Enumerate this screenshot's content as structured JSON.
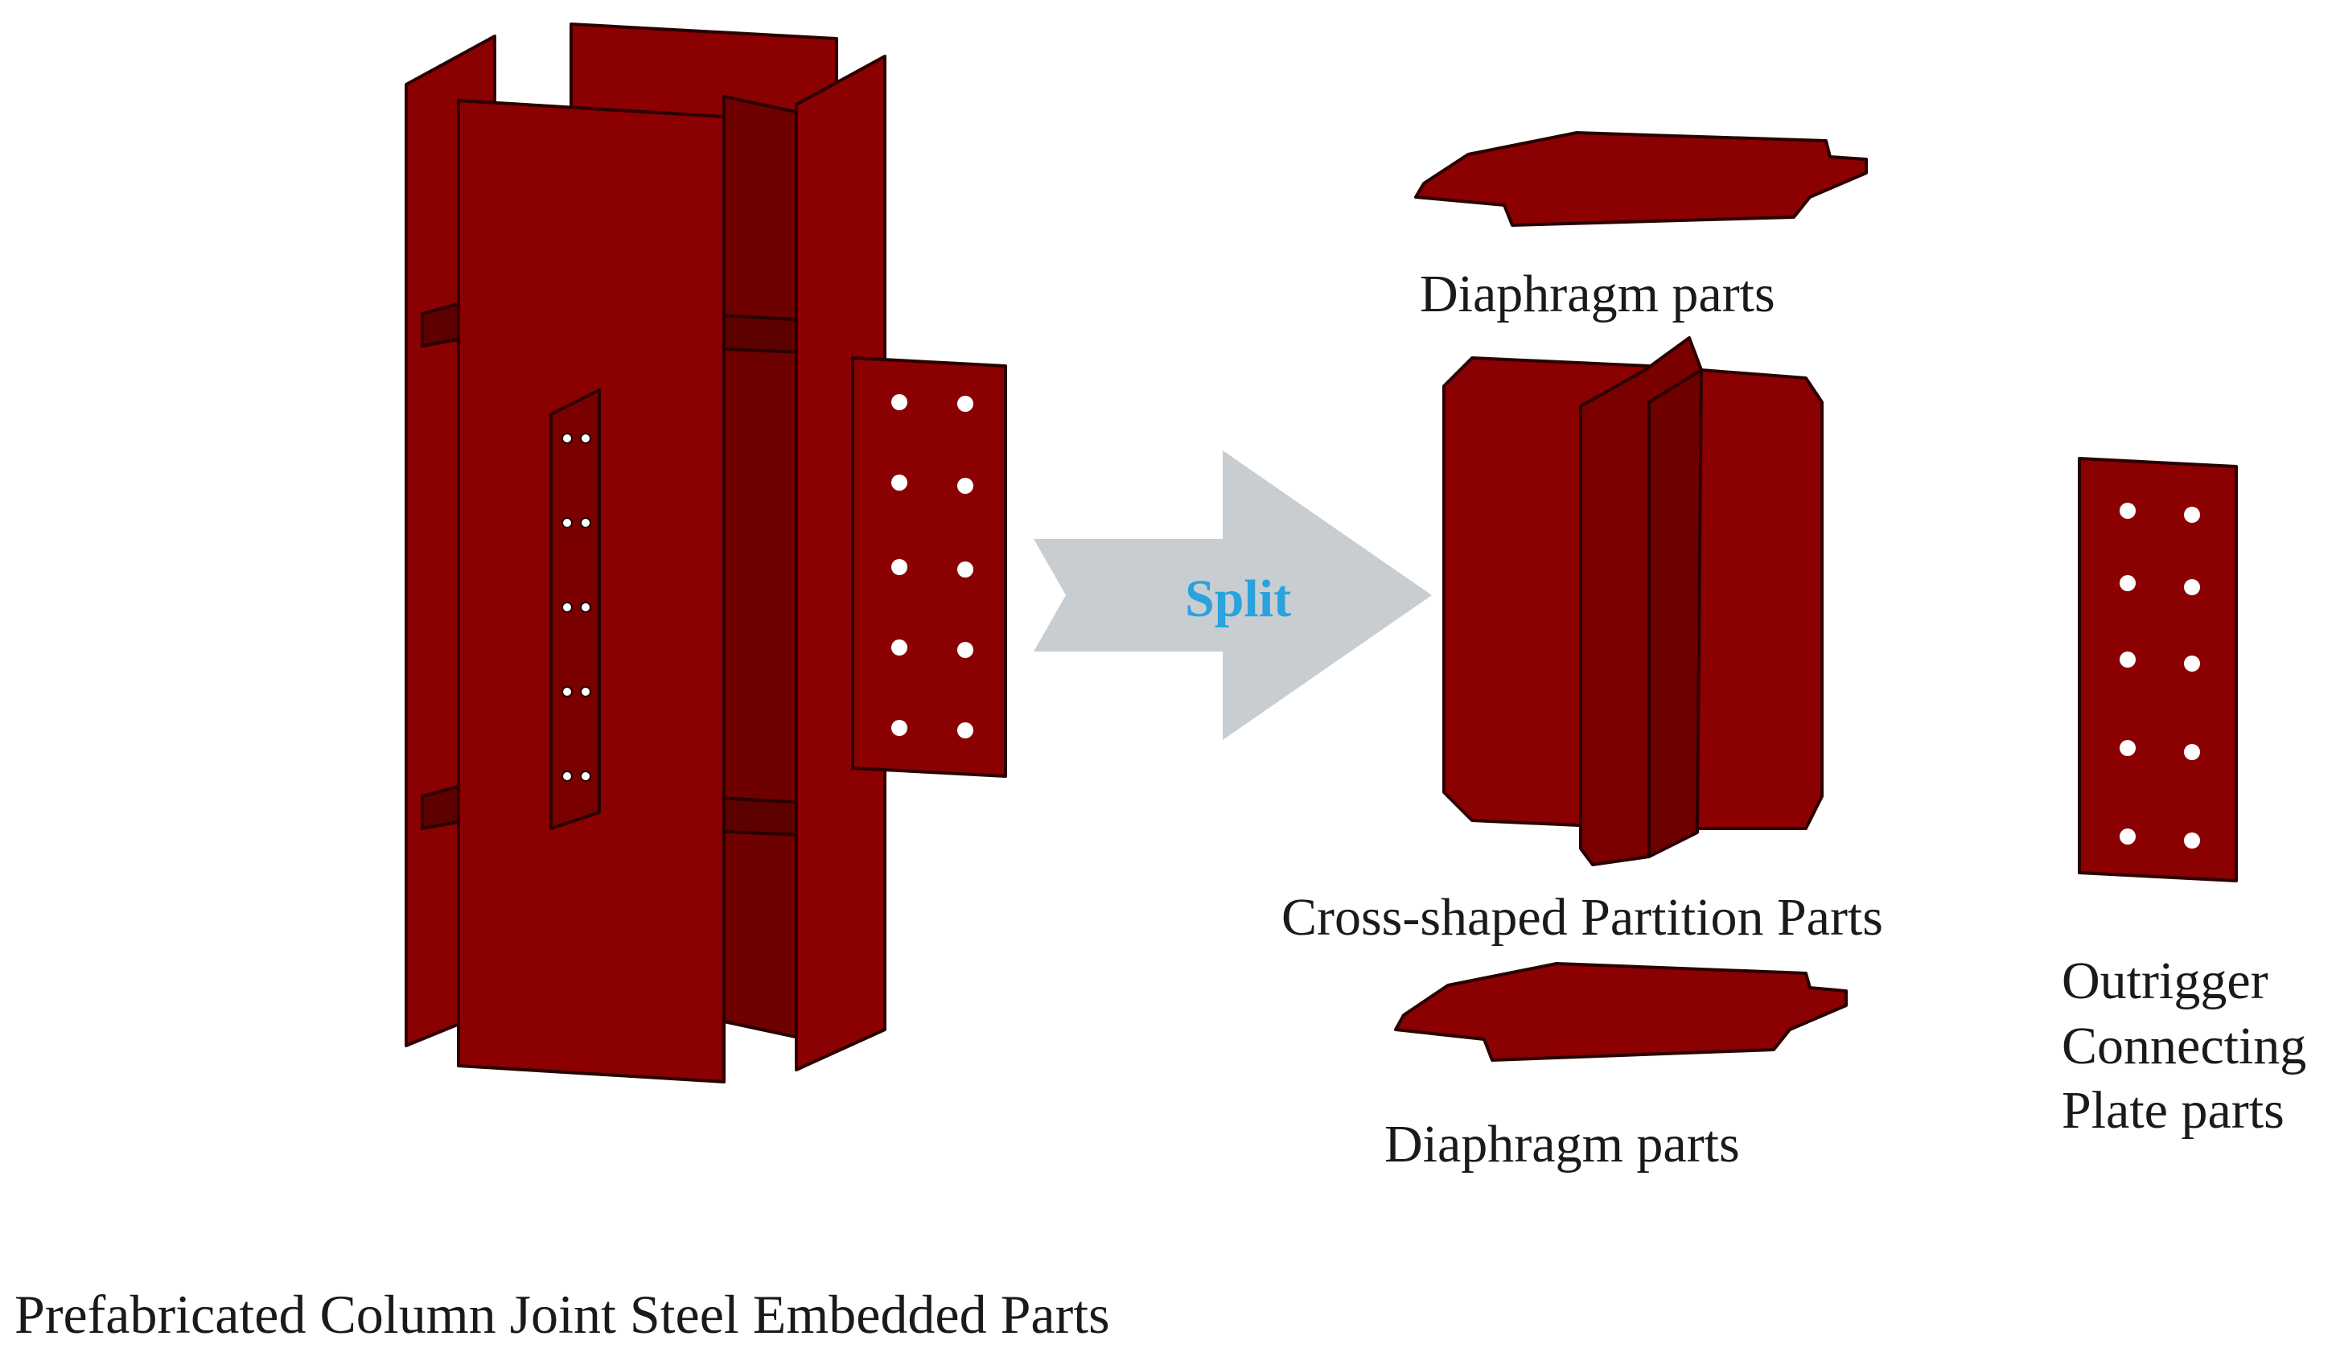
{
  "colors": {
    "steel": "#8b0000",
    "steel_dark": "#5c0000",
    "steel_edge": "#2a0000",
    "arrow": "#c8cdd1",
    "split_text": "#2aa3dc",
    "text": "#1a1a1a"
  },
  "arrow": {
    "label": "Split"
  },
  "labels": {
    "diaphragm_top": "Diaphragm parts",
    "cross_partition": "Cross-shaped Partition Parts",
    "diaphragm_bottom": "Diaphragm parts",
    "outrigger": [
      "Outrigger",
      "Connecting",
      "Plate parts"
    ],
    "assembly": "Prefabricated Column Joint Steel Embedded Parts"
  }
}
